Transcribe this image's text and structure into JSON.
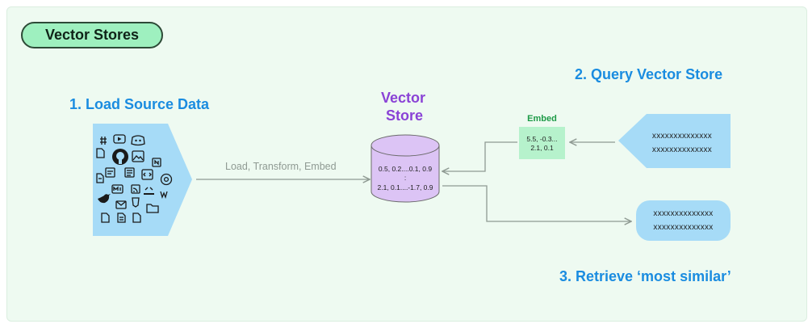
{
  "badge": {
    "label": "Vector Stores"
  },
  "steps": {
    "load": "1. Load Source Data",
    "query": "2. Query Vector Store",
    "retrieve": "3. Retrieve ‘most similar’"
  },
  "store": {
    "title_line1": "Vector",
    "title_line2": "Store",
    "row1": "0.5, 0.2....0.1, 0.9",
    "dots": ":",
    "row2": "2.1, 0.1....-1.7, 0.9"
  },
  "pipeline_label": "Load, Transform, Embed",
  "embed": {
    "title": "Embed",
    "row1": "5.5, -0.3...",
    "row2": "2.1, 0.1"
  },
  "query_box": {
    "line1": "xxxxxxxxxxxxxx",
    "line2": "xxxxxxxxxxxxxx"
  },
  "result_box": {
    "line1": "xxxxxxxxxxxxxx",
    "line2": "xxxxxxxxxxxxxx"
  },
  "source_icons": [
    "slack-icon",
    "youtube-icon",
    "discord-icon",
    "file-icon",
    "github-icon",
    "image-icon",
    "notion-icon",
    "word-file-icon",
    "file-icon",
    "pdf-icon",
    "markdown-icon",
    "code-file-icon",
    "chrome-icon",
    "rss-icon",
    "html-icon",
    "wikipedia-icon",
    "twitter-icon",
    "mail-icon",
    "css-file-icon",
    "folder-icon",
    "file-icon",
    "spreadsheet-icon",
    "file-icon",
    "json-icon"
  ],
  "colors": {
    "panel": "#eefaf1",
    "badge": "#9ef0bf",
    "blue": "#1a8ce0",
    "light_blue": "#a6dbf7",
    "purple": "#8a42d6",
    "lavender": "#dcc4f5",
    "green": "#1d9a47",
    "mint": "#b6f2cc",
    "arrow": "#8f9a93"
  }
}
